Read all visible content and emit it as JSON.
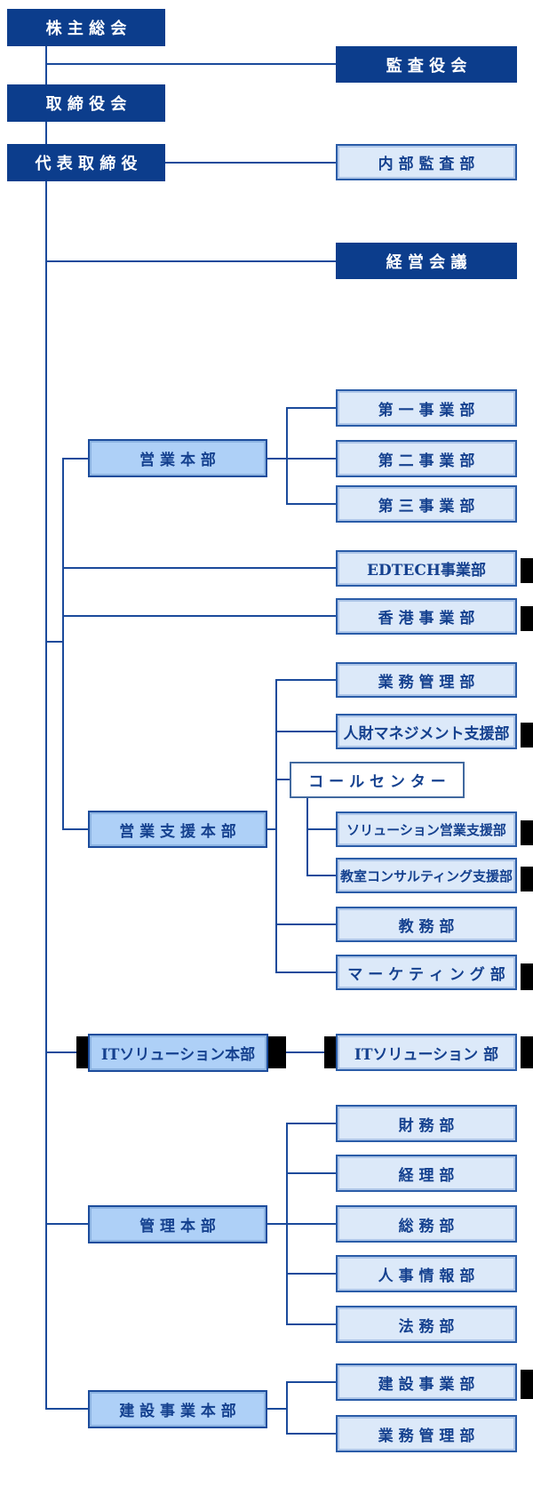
{
  "chart": {
    "type": "org-chart",
    "company_structure_note": "corporate organization chart, Japanese",
    "colors": {
      "dark_box_fill": "#0c3d8c",
      "dark_box_text": "#ffffff",
      "light_box_fill": "#dce9f9",
      "light_box_border": "#2a5ca8",
      "medium_box_fill": "#aed0f7",
      "medium_box_border": "#1c4c9c",
      "white_box_fill": "#ffffff",
      "text_navy": "#15418f",
      "connector": "#1b4a9b",
      "artifact_bar": "#000000"
    }
  },
  "nodes": {
    "shareholders": {
      "label": "株  主  総  会"
    },
    "audit_board": {
      "label": "監  査  役  会"
    },
    "board": {
      "label": "取  締  役  会"
    },
    "representative": {
      "label": "代 表 取 締 役"
    },
    "internal_audit": {
      "label": "内 部 監 査 部"
    },
    "management_meeting": {
      "label": "経  営  会  議"
    },
    "div1": {
      "label": "第 一 事 業 部"
    },
    "div2": {
      "label": "第 二 事 業 部"
    },
    "div3": {
      "label": "第 三 事 業 部"
    },
    "sales_hq": {
      "label": "営 業 本 部"
    },
    "edtech": {
      "label": "EDTECH事業部"
    },
    "hongkong": {
      "label": "香 港 事 業 部"
    },
    "gyomu_kanri": {
      "label": "業 務 管 理 部"
    },
    "jinzai": {
      "label": "人財マネジメント支援部"
    },
    "call_center": {
      "label": "コ ー ル セ ン タ ー"
    },
    "sales_support_hq": {
      "label": "営 業 支 援 本 部"
    },
    "solution_sales": {
      "label": "ソリューション営業支援部"
    },
    "kyoshitsu": {
      "label": "教室コンサルティング支援部"
    },
    "kyomu": {
      "label": "教  務  部"
    },
    "marketing": {
      "label": "マ ー ケ テ ィ ン グ 部"
    },
    "it_hq": {
      "label": "ITソリューション本部"
    },
    "it_dept": {
      "label": "ITソリューション 部"
    },
    "zaimu": {
      "label": "財  務  部"
    },
    "keiri": {
      "label": "経  理  部"
    },
    "kanri_hq": {
      "label": "管  理  本  部"
    },
    "somu": {
      "label": "総  務  部"
    },
    "jinji": {
      "label": "人 事 情 報 部"
    },
    "homu": {
      "label": "法  務  部"
    },
    "kensetsu_hq": {
      "label": "建 設 事 業 本 部"
    },
    "kensetsu_div": {
      "label": "建 設 事 業 部"
    },
    "gyomu_kanri2": {
      "label": "業 務 管 理 部"
    }
  }
}
